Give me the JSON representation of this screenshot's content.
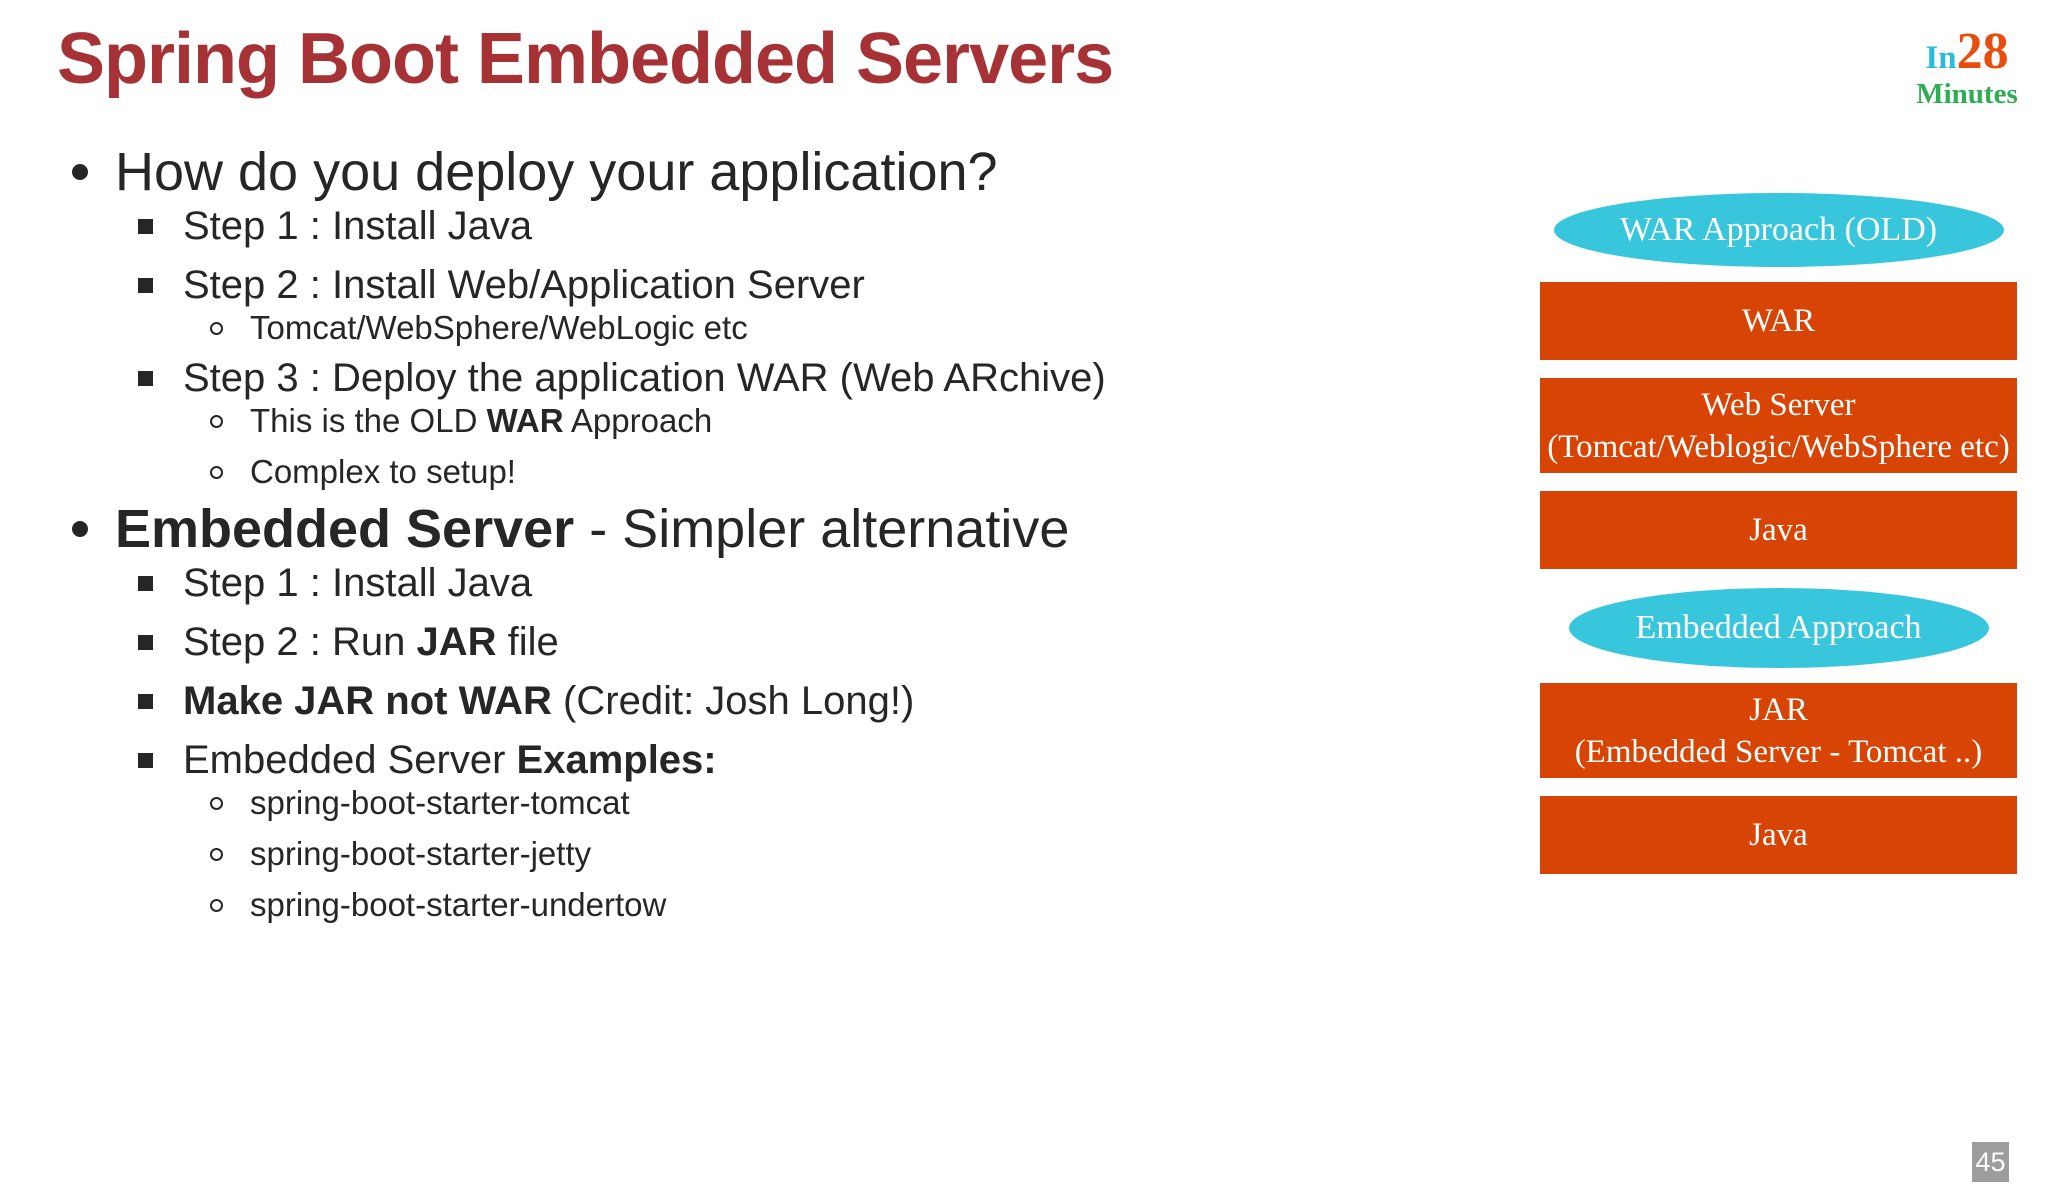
{
  "slide": {
    "title": "Spring Boot Embedded Servers",
    "page_number": "45",
    "logo": {
      "part_in": "In",
      "part_28": "28",
      "part_minutes": "Minutes"
    },
    "colors": {
      "title_red": "#a63236",
      "text_dark": "#262626",
      "diagram_box_orange": "#d84403",
      "diagram_oval_cyan": "#38c6dd",
      "logo_in_cyan": "#29bcdc",
      "logo_28_orange": "#e84d0e",
      "logo_minutes_green": "#2fad55",
      "page_badge_gray": "#9d9d9d"
    },
    "bullets": [
      {
        "level": 1,
        "segments": [
          {
            "text": "How do you deploy your application?",
            "bold": false
          }
        ]
      },
      {
        "level": 2,
        "segments": [
          {
            "text": "Step 1 : Install Java",
            "bold": false
          }
        ]
      },
      {
        "level": 2,
        "segments": [
          {
            "text": "Step 2 : Install Web/Application Server",
            "bold": false
          }
        ]
      },
      {
        "level": 3,
        "segments": [
          {
            "text": "Tomcat/WebSphere/WebLogic etc",
            "bold": false
          }
        ]
      },
      {
        "level": 2,
        "segments": [
          {
            "text": "Step 3 : Deploy the application WAR (Web ARchive)",
            "bold": false
          }
        ]
      },
      {
        "level": 3,
        "segments": [
          {
            "text": "This is the OLD ",
            "bold": false
          },
          {
            "text": "WAR",
            "bold": true
          },
          {
            "text": " Approach",
            "bold": false
          }
        ]
      },
      {
        "level": 3,
        "segments": [
          {
            "text": "Complex to setup!",
            "bold": false
          }
        ]
      },
      {
        "level": 1,
        "segments": [
          {
            "text": "Embedded Server",
            "bold": true
          },
          {
            "text": " - Simpler alternative",
            "bold": false
          }
        ]
      },
      {
        "level": 2,
        "segments": [
          {
            "text": "Step 1 : Install Java",
            "bold": false
          }
        ]
      },
      {
        "level": 2,
        "segments": [
          {
            "text": "Step 2 : Run ",
            "bold": false
          },
          {
            "text": "JAR",
            "bold": true
          },
          {
            "text": " file",
            "bold": false
          }
        ]
      },
      {
        "level": 2,
        "segments": [
          {
            "text": "Make JAR not WAR",
            "bold": true
          },
          {
            "text": " (Credit: Josh Long!)",
            "bold": false
          }
        ]
      },
      {
        "level": 2,
        "segments": [
          {
            "text": "Embedded Server ",
            "bold": false
          },
          {
            "text": "Examples:",
            "bold": true
          }
        ]
      },
      {
        "level": 3,
        "segments": [
          {
            "text": "spring-boot-starter-tomcat",
            "bold": false
          }
        ]
      },
      {
        "level": 3,
        "segments": [
          {
            "text": "spring-boot-starter-jetty",
            "bold": false
          }
        ]
      },
      {
        "level": 3,
        "segments": [
          {
            "text": "spring-boot-starter-undertow",
            "bold": false
          }
        ]
      }
    ],
    "diagram": {
      "groups": [
        {
          "oval": "WAR Approach (OLD)",
          "boxes": [
            {
              "lines": [
                "WAR"
              ]
            },
            {
              "lines": [
                "Web Server",
                "(Tomcat/Weblogic/WebSphere etc)"
              ]
            },
            {
              "lines": [
                "Java"
              ]
            }
          ]
        },
        {
          "oval": "Embedded Approach",
          "boxes": [
            {
              "lines": [
                "JAR",
                "(Embedded Server - Tomcat ..)"
              ]
            },
            {
              "lines": [
                "Java"
              ]
            }
          ]
        }
      ]
    }
  }
}
